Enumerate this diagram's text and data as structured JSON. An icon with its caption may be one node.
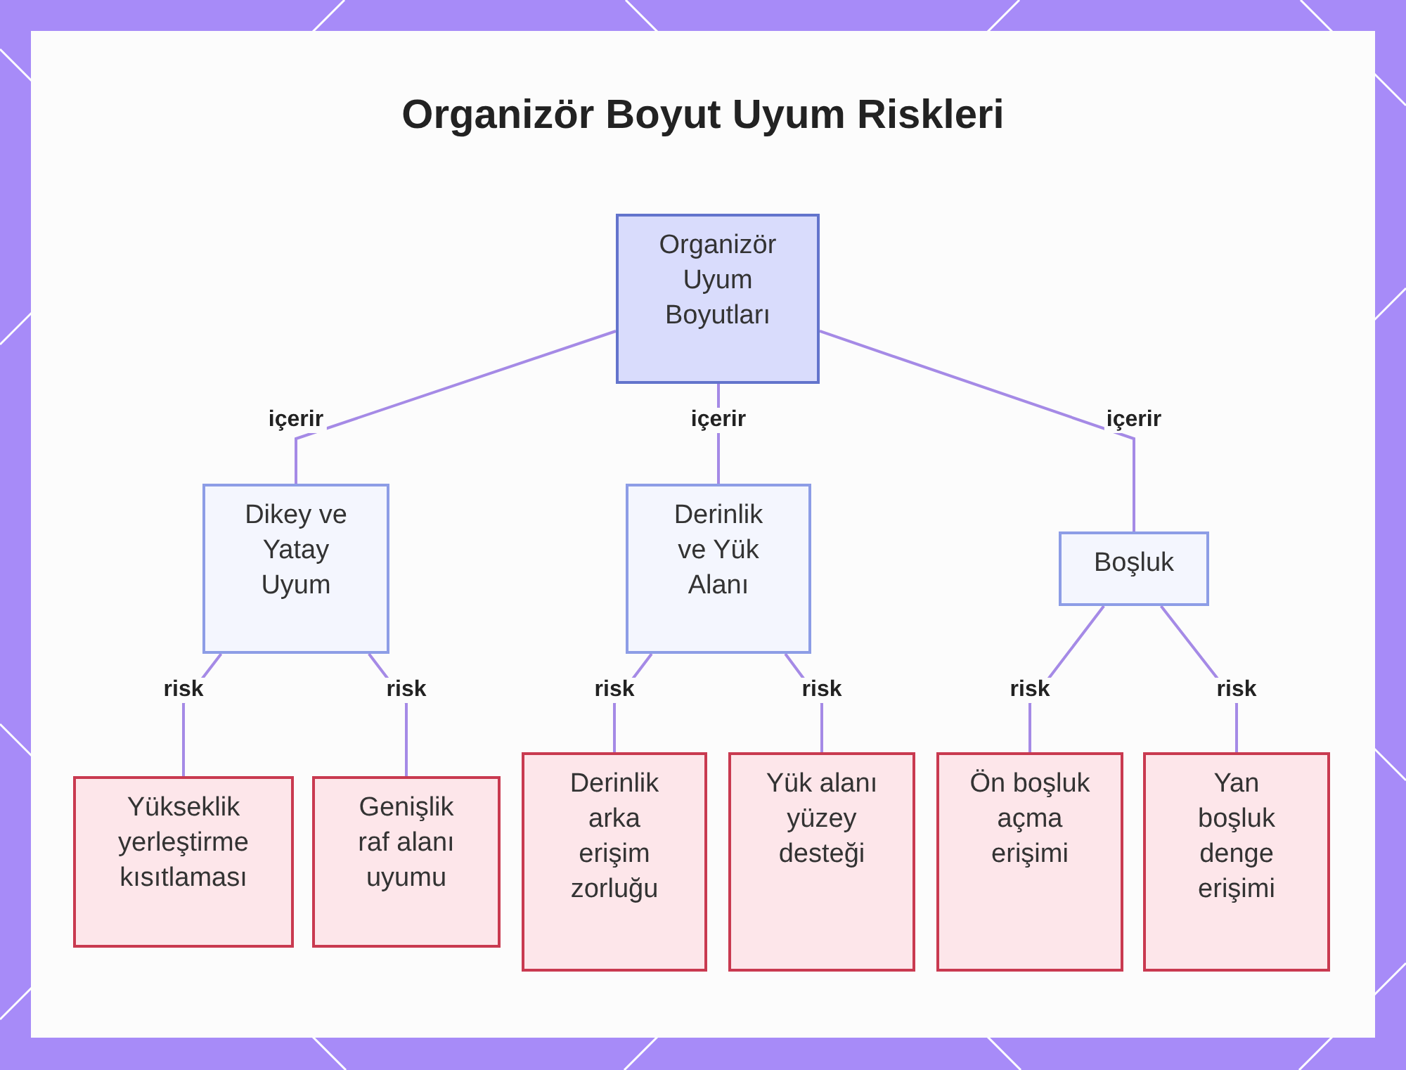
{
  "diagram": {
    "title": "Organizör Boyut Uyum Riskleri",
    "nodes": [
      {
        "text": [
          "Organizör Uyum Boyutları"
        ]
      },
      {
        "text": [
          "Dikey ve Yatay Uyum"
        ]
      },
      {
        "text": [
          "Derinlik ve Yük Alanı"
        ]
      },
      {
        "text": [
          "Boşluk"
        ]
      },
      {
        "text": [
          "Yükseklik yerleştirme kısıtlaması"
        ]
      },
      {
        "text": [
          "Genişlik raf alanı uyumu"
        ]
      },
      {
        "text": [
          "Derinlik arka erişim zorluğu"
        ]
      },
      {
        "text": [
          "Yük alanı yüzey desteği"
        ]
      },
      {
        "text": [
          "Ön boşluk açma erişimi"
        ]
      },
      {
        "text": [
          "Yan boşluk denge erişimi"
        ]
      }
    ],
    "edges": [
      {
        "from": 0,
        "to": 1,
        "arrow": "none",
        "label": "içerir"
      },
      {
        "from": 0,
        "to": 2,
        "arrow": "none",
        "label": "içerir"
      },
      {
        "from": 0,
        "to": 3,
        "arrow": "none",
        "label": "içerir"
      },
      {
        "from": 1,
        "to": 4,
        "arrow": "none",
        "label": "risk"
      },
      {
        "from": 1,
        "to": 5,
        "arrow": "none",
        "label": "risk"
      },
      {
        "from": 2,
        "to": 6,
        "arrow": "none",
        "label": "risk"
      },
      {
        "from": 2,
        "to": 7,
        "arrow": "none",
        "label": "risk"
      },
      {
        "from": 3,
        "to": 8,
        "arrow": "none",
        "label": "risk"
      },
      {
        "from": 3,
        "to": 9,
        "arrow": "none",
        "label": "risk"
      }
    ]
  }
}
